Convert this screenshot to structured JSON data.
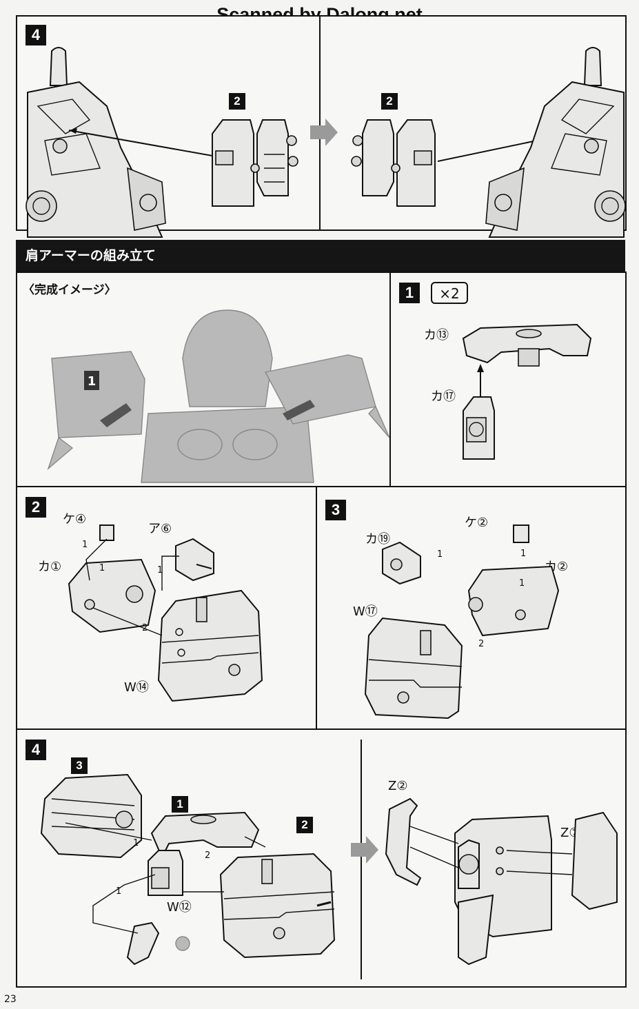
{
  "watermark": "Scanned by Dalong.net",
  "top_step": {
    "number": "4",
    "sub_left": "2",
    "sub_right": "2"
  },
  "section": {
    "title": "肩アーマーの組み立て",
    "preview_label": "〈完成イメージ〉"
  },
  "step1": {
    "number": "1",
    "multiplier": "×2",
    "part_a": "カ⑬",
    "part_b": "カ⑰"
  },
  "step2": {
    "number": "2",
    "parts": [
      "ケ④",
      "ア⑥",
      "カ①",
      "W⑭"
    ],
    "order": [
      "1",
      "1",
      "1",
      "2"
    ]
  },
  "step3": {
    "number": "3",
    "parts": [
      "ケ②",
      "カ⑲",
      "カ②",
      "W⑰"
    ],
    "order": [
      "1",
      "1",
      "1",
      "2"
    ]
  },
  "step4": {
    "number": "4",
    "sub_3": "3",
    "sub_1": "1",
    "sub_2": "2",
    "parts": [
      "W⑫",
      "Z②",
      "Z⑦"
    ],
    "order": [
      "1",
      "1",
      "2",
      "1"
    ]
  },
  "page_number": "23"
}
